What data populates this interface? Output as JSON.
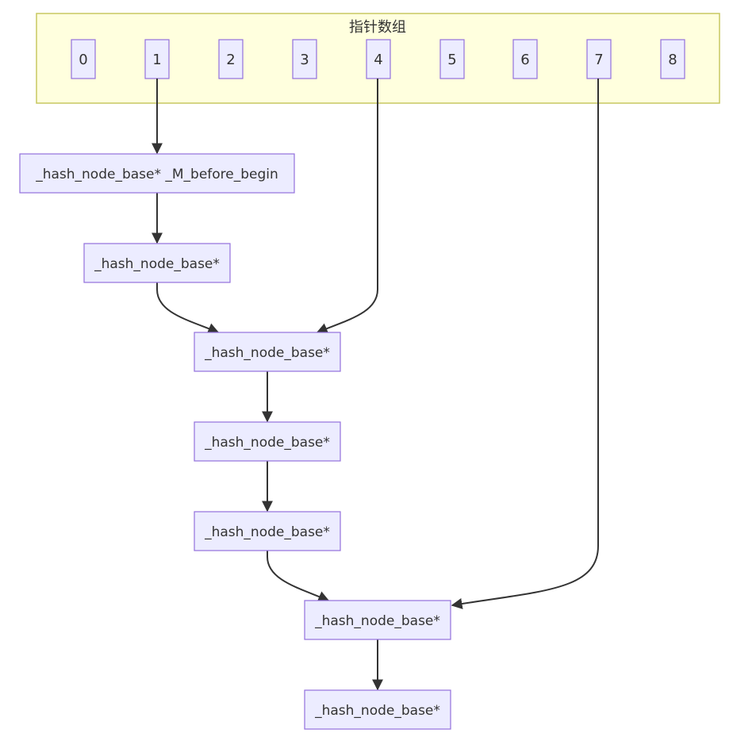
{
  "cluster": {
    "title": "指针数组"
  },
  "array_cells": [
    "0",
    "1",
    "2",
    "3",
    "4",
    "5",
    "6",
    "7",
    "8"
  ],
  "nodes": {
    "before_begin": "_hash_node_base* _M_before_begin",
    "n1": "_hash_node_base*",
    "n2": "_hash_node_base*",
    "n3": "_hash_node_base*",
    "n4": "_hash_node_base*",
    "n5": "_hash_node_base*",
    "n6": "_hash_node_base*"
  },
  "edges": [
    {
      "from": "cell-1",
      "to": "before_begin"
    },
    {
      "from": "before_begin",
      "to": "n1"
    },
    {
      "from": "n1",
      "to": "n2"
    },
    {
      "from": "cell-4",
      "to": "n2"
    },
    {
      "from": "n2",
      "to": "n3"
    },
    {
      "from": "n3",
      "to": "n4"
    },
    {
      "from": "n4",
      "to": "n5"
    },
    {
      "from": "cell-7",
      "to": "n5"
    },
    {
      "from": "n5",
      "to": "n6"
    }
  ],
  "colors": {
    "cluster_fill": "#ffffde",
    "cluster_stroke": "#c7c761",
    "node_fill": "#ececff",
    "node_stroke": "#9370db",
    "edge": "#333333",
    "text": "#333333"
  }
}
